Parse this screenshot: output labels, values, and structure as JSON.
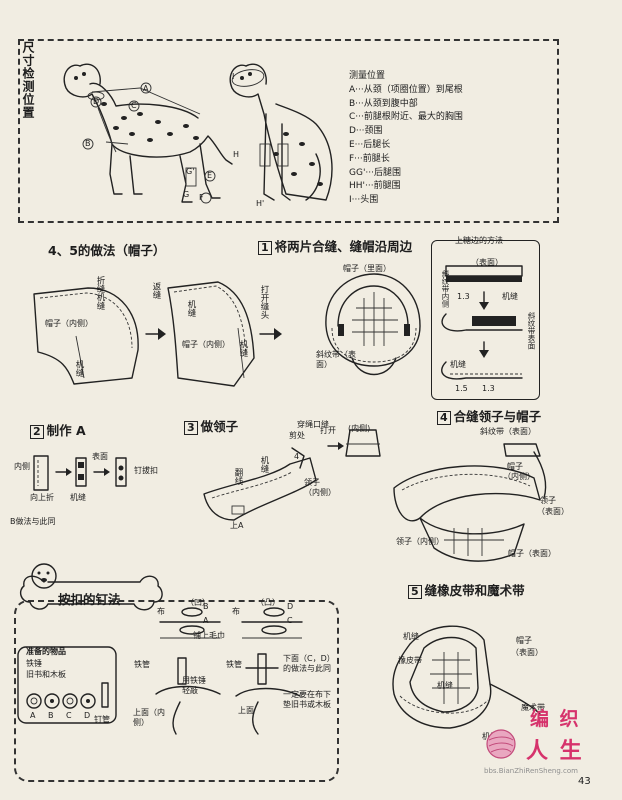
{
  "top": {
    "side_label": "尺寸检测位置",
    "measure_title": "测量位置",
    "measures": [
      "A···从颈（项圈位置）到尾根",
      "B···从颈到腹中部",
      "C···前腿根附近、最大的胸围",
      "D···颈围",
      "E···后腿长",
      "F···前腿长",
      "GG'···后腿围",
      "HH'···前腿围",
      "I···头围"
    ],
    "dog_markers_left": [
      "A",
      "B",
      "C",
      "D",
      "E",
      "F",
      "G'",
      "G"
    ],
    "dog_markers_right": [
      "I",
      "H",
      "H'"
    ]
  },
  "hat": {
    "heading": "4、5的做法（帽子）",
    "labels": {
      "inside": "帽子（内侧）",
      "fold_sew": "折缝机缝",
      "machine": "机缝",
      "fold": "返缝",
      "machine2": "机缝",
      "inside2": "帽子（内侧）",
      "open_seam": "打开缝头",
      "machine3": "机缝"
    }
  },
  "step1": {
    "no": "1",
    "title": "将两片合缝、缝帽沿周边",
    "hat_inner": "帽子（里面）",
    "bias": "斜纹带（表面）"
  },
  "edge": {
    "title": "上糖边的方法",
    "surface": "（表面）",
    "bias_inner": "斜纹带内侧",
    "n1": "1.3",
    "machine": "机缝",
    "bias_surface": "斜纹带表面",
    "machine2": "机缝",
    "n2": "1.5",
    "n3": "1.3"
  },
  "step2": {
    "no": "2",
    "title": "制作 A",
    "labels": [
      "内侧",
      "表面",
      "向上折",
      "机缝",
      "钉拔扣"
    ],
    "note": "B做法与此同"
  },
  "step3": {
    "no": "3",
    "title": "做领子",
    "labels": {
      "string_opening": "穿绳口缝",
      "cut": "剪处",
      "open": "打开",
      "inside": "(内侧)",
      "fold_line": "翻线",
      "machine": "机缝",
      "collar": "领子",
      "collar_inside": "（内侧）",
      "upper_a": "上A",
      "four": "4"
    }
  },
  "step4": {
    "no": "4",
    "title": "合缝领子与帽子",
    "labels": {
      "bias_surface": "斜纹带（表面）",
      "hat": "帽子",
      "hat_inside": "（内侧）",
      "collar": "领子",
      "collar_surface": "（表面）",
      "collar_inside": "领子（内侧）",
      "hat_surface": "帽子（表面）"
    }
  },
  "step5": {
    "no": "5",
    "title": "缝橡皮带和魔术带",
    "labels": {
      "machine": "机缝",
      "rubber": "橡皮带",
      "machine2": "机缝",
      "hat": "帽子",
      "hat_surface": "（表面）",
      "velcro": "魔术带",
      "machine3": "机缝"
    }
  },
  "button": {
    "title": "按扣的钉法",
    "prep_title": "准备的物品",
    "prep_items": [
      "铁锤",
      "旧书和木板"
    ],
    "letters": [
      "A",
      "B",
      "C",
      "D"
    ],
    "nail_tube": "钉管",
    "concave": "（凹）",
    "convex": "（凸）",
    "cloth": "布",
    "cloth2": "布",
    "towel": "铺上毛巾",
    "letter_b": "B",
    "letter_a": "A",
    "letter_c": "C",
    "letter_d": "D",
    "tube": "铁管",
    "tube2": "铁管",
    "hammer_tap": "用铁锤轻敲",
    "upper_inside": "上面（内侧）",
    "upper": "上面",
    "lower": "下面（C，D）的做法与此同",
    "note": "一定要在布下垫旧书或木板"
  },
  "footer": {
    "logo_line1": "编 织",
    "logo_line2": "人 生",
    "url": "bbs.BianZhiRenSheng.com",
    "page": "43"
  },
  "colors": {
    "paper": "#f1ede2",
    "ink": "#222222",
    "logo": "#d6336c"
  }
}
